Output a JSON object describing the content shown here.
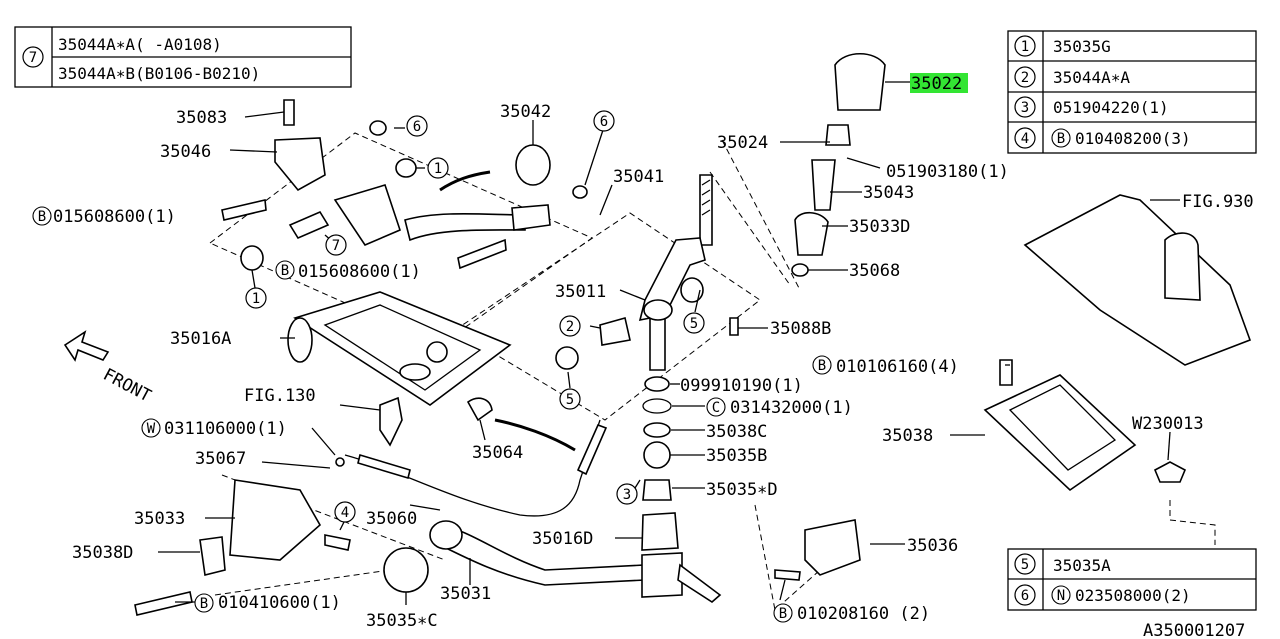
{
  "diagram_id": "A350001207",
  "front_label": "FRONT",
  "legend_top_left": {
    "num": "7",
    "rows": [
      "35044A∗A(  -A0108)",
      "35044A∗B(B0106-B0210)"
    ]
  },
  "legend_top_right": [
    {
      "num": "1",
      "text": "35035G"
    },
    {
      "num": "2",
      "text": "35044A∗A"
    },
    {
      "num": "3",
      "text": "051904220(1)"
    },
    {
      "num": "4",
      "prefix": "B",
      "text": "010408200(3)"
    }
  ],
  "legend_bottom_right": [
    {
      "num": "5",
      "text": "35035A"
    },
    {
      "num": "6",
      "prefix": "N",
      "text": "023508000(2)"
    }
  ],
  "highlight_part": "35022",
  "labels": {
    "p35083": "35083",
    "p35046": "35046",
    "p015608600a": "015608600(1)",
    "p015608600b": "015608600(1)",
    "p35042": "35042",
    "p35041": "35041",
    "p35024": "35024",
    "p051903180": "051903180(1)",
    "p35043": "35043",
    "p35033D": "35033D",
    "p35068": "35068",
    "fig930": "FIG.930",
    "p35011": "35011",
    "p35088B": "35088B",
    "p35016A": "35016A",
    "p010106160": "010106160(4)",
    "p099910190": "099910190(1)",
    "p031432000": "031432000(1)",
    "p35038C": "35038C",
    "p35035B": "35035B",
    "p35035D": "35035∗D",
    "fig130": "FIG.130",
    "p031106000": "031106000(1)",
    "p35064": "35064",
    "p35067": "35067",
    "p35038": "35038",
    "w230013": "W230013",
    "p35033": "35033",
    "p35060": "35060",
    "p35038D": "35038D",
    "p35016D": "35016D",
    "p35036": "35036",
    "p35031": "35031",
    "p010410600": "010410600(1)",
    "p35035C": "35035∗C",
    "p010208160": "010208160 (2)"
  },
  "callouts": {
    "c6a": "6",
    "c1a": "1",
    "c7": "7",
    "c1b": "1",
    "c6b": "6",
    "c2": "2",
    "c5a": "5",
    "c5b": "5",
    "c3": "3",
    "c4": "4",
    "bA": "B",
    "bB": "B",
    "bC": "B",
    "bD": "B",
    "bE": "B",
    "w": "W",
    "cC": "C"
  }
}
